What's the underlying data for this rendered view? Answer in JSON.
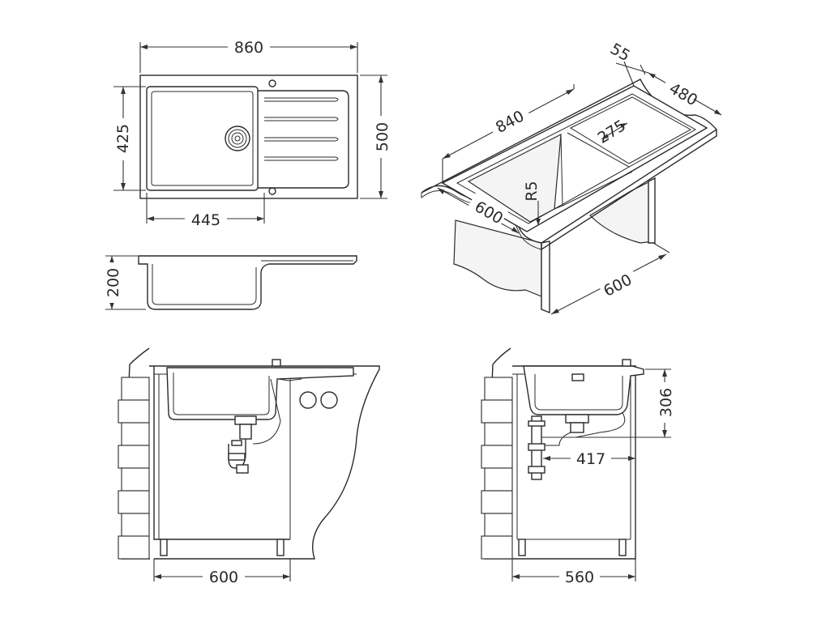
{
  "colors": {
    "line": "#2a2a2a",
    "background": "#ffffff"
  },
  "icons": [
    "drain-strainer-icon",
    "siphon-trap-icon",
    "wall-socket-icon"
  ],
  "dimensions": {
    "top_width": "860",
    "top_bowl_height": "425",
    "top_height": "500",
    "top_bowl_width": "445",
    "side_depth": "200",
    "iso_length": "840",
    "iso_rim": "55",
    "iso_depth": "480",
    "iso_drainer": "275",
    "iso_radius": "R5",
    "iso_cabinet_front": "600",
    "iso_cabinet_side": "600",
    "front_cabinet_width": "600",
    "side_bowl_depth": "306",
    "side_drain_offset": "417",
    "side_cabinet_depth": "560"
  }
}
